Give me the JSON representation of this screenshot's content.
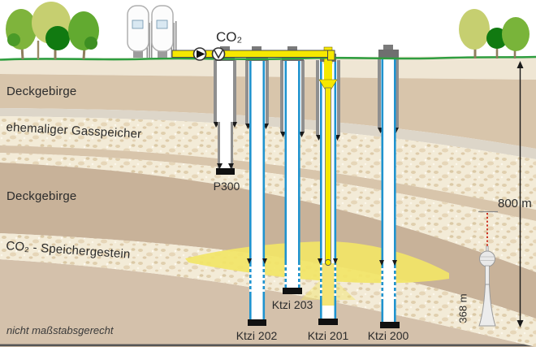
{
  "figure": {
    "pipeline_label": "CO₂",
    "depth_label": "800 m",
    "tower_label": "368 m",
    "scale_note": "nicht maßstabsgerecht"
  },
  "layers": [
    {
      "label": "Deckgebirge"
    },
    {
      "label": "ehemaliger Gasspeicher"
    },
    {
      "label": "Deckgebirge"
    },
    {
      "label": "CO₂ - Speichergestein"
    }
  ],
  "wells": [
    {
      "label": "P300"
    },
    {
      "label": "Ktzi 203"
    },
    {
      "label": "Ktzi 202"
    },
    {
      "label": "Ktzi 201"
    },
    {
      "label": "Ktzi 200"
    }
  ],
  "colors": {
    "pipeline_yellow": "#f6e800",
    "co2_plume_yellow": "#f2e567",
    "casing_blue": "#1f93cf",
    "grass_green": "#2f9e40",
    "overburden_tan": "#d8c5ab",
    "deep_overburden": "#c8b299",
    "reservoir_speckle": "#f3ebd7",
    "antenna_red": "#cc3322"
  }
}
